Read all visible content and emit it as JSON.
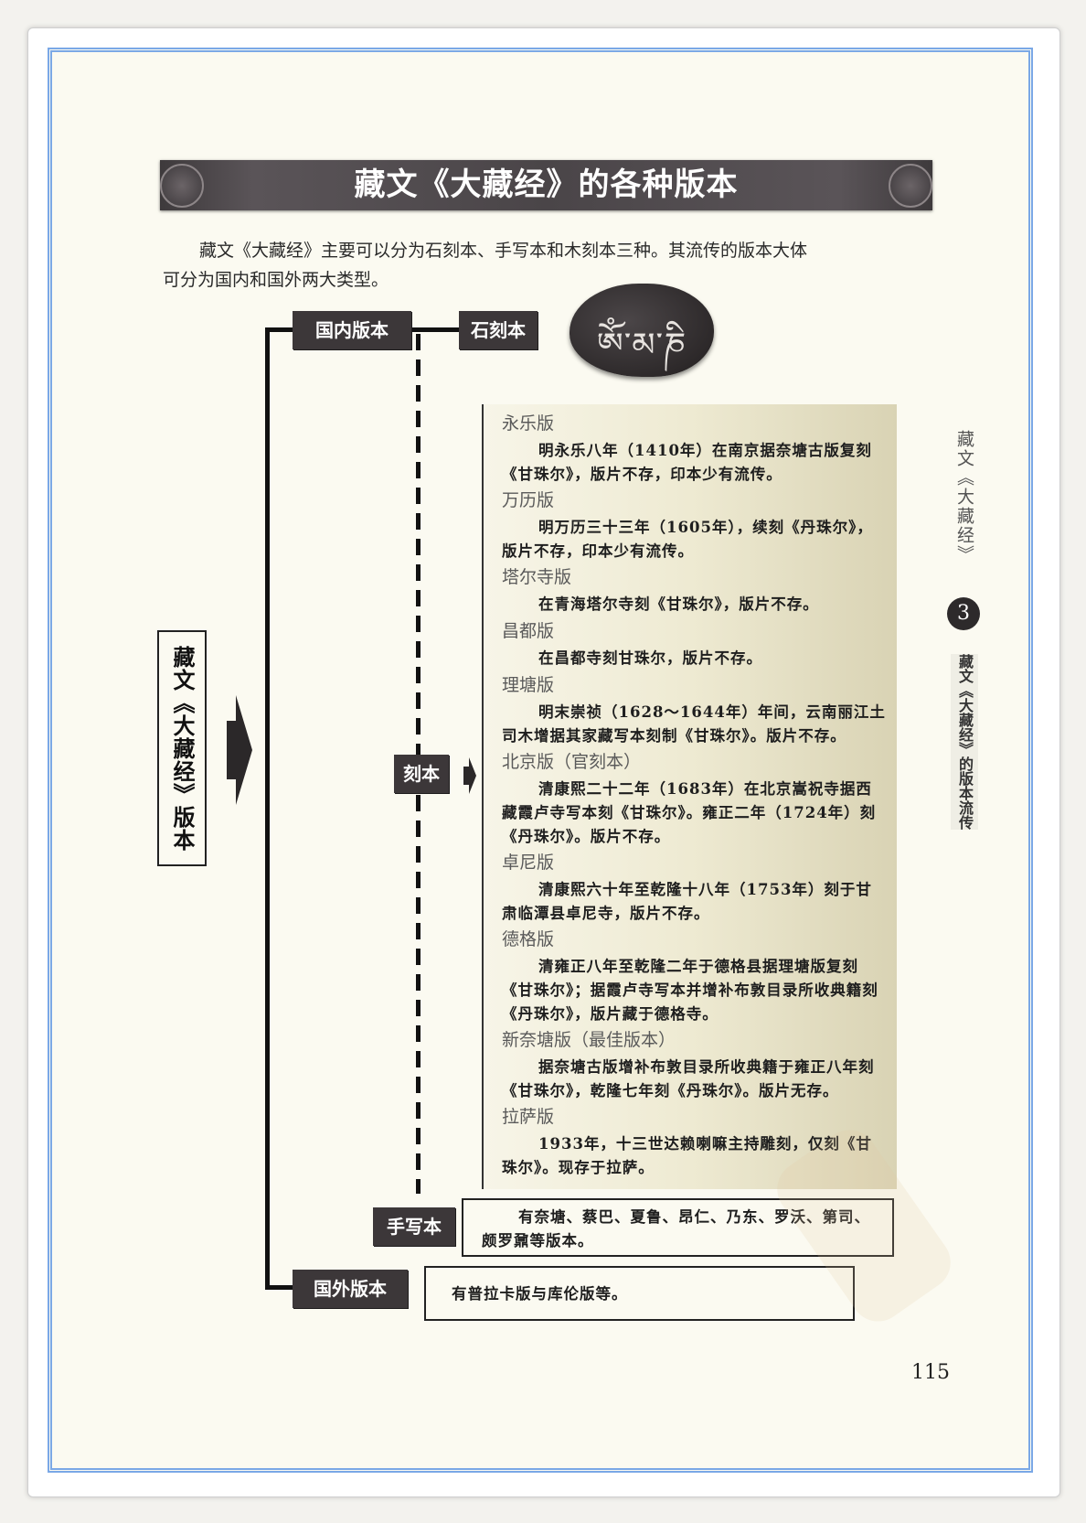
{
  "title": "藏文《大藏经》的各种版本",
  "intro": {
    "line1": "藏文《大藏经》主要可以分为石刻本、手写本和木刻本三种。其流传的版本大体",
    "line2": "可分为国内和国外两大类型。"
  },
  "root_label": "藏文《大藏经》版本",
  "branches": {
    "domestic": "国内版本",
    "stone": "石刻本",
    "woodblock": "刻本",
    "manuscript": "手写本",
    "foreign": "国外版本"
  },
  "stone_inscription": "ཨོཾ་མ་ཎི",
  "editions": [
    {
      "name": "永乐版",
      "desc": "明永乐八年（1410年）在南京据奈塘古版复刻《甘珠尔》，版片不存，印本少有流传。"
    },
    {
      "name": "万历版",
      "desc": "明万历三十三年（1605年），续刻《丹珠尔》，版片不存，印本少有流传。"
    },
    {
      "name": "塔尔寺版",
      "desc": "在青海塔尔寺刻《甘珠尔》，版片不存。"
    },
    {
      "name": "昌都版",
      "desc": "在昌都寺刻甘珠尔，版片不存。"
    },
    {
      "name": "理塘版",
      "desc": "明末崇祯（1628～1644年）年间，云南丽江土司木增据其家藏写本刻制《甘珠尔》。版片不存。"
    },
    {
      "name": "北京版（官刻本）",
      "desc": "清康熙二十二年（1683年）在北京嵩祝寺据西藏霞卢寺写本刻《甘珠尔》。雍正二年（1724年）刻《丹珠尔》。版片不存。"
    },
    {
      "name": "卓尼版",
      "desc": "清康熙六十年至乾隆十八年（1753年）刻于甘肃临潭县卓尼寺，版片不存。"
    },
    {
      "name": "德格版",
      "desc": "清雍正八年至乾隆二年于德格县据理塘版复刻《甘珠尔》；据霞卢寺写本并增补布敦目录所收典籍刻《丹珠尔》，版片藏于德格寺。"
    },
    {
      "name": "新奈塘版（最佳版本）",
      "desc": "据奈塘古版增补布敦目录所收典籍于雍正八年刻《甘珠尔》，乾隆七年刻《丹珠尔》。版片无存。"
    },
    {
      "name": "拉萨版",
      "desc": "1933年，十三世达赖喇嘛主持雕刻，仅刻《甘珠尔》。现存于拉萨。"
    }
  ],
  "manuscript_note": "有奈塘、蔡巴、夏鲁、昂仁、乃东、罗沃、第司、颇罗鼐等版本。",
  "foreign_note": "有普拉卡版与库伦版等。",
  "side": {
    "book": "藏文《大藏经》",
    "chapter": "3",
    "subtitle": "藏文《大藏经》的版本流传"
  },
  "page_number": "115",
  "colors": {
    "label_bg": "#3c3739",
    "frame": "#7aa8e6",
    "paper": "#fbfaf1"
  }
}
